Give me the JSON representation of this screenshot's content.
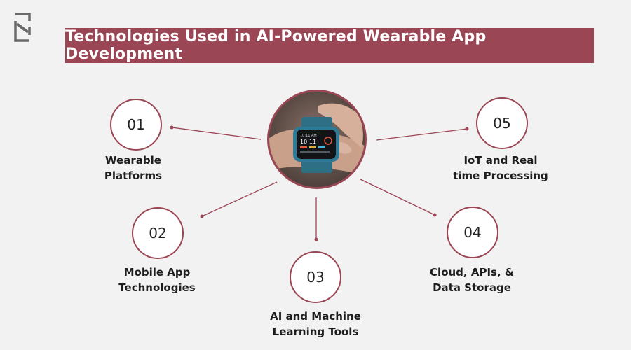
{
  "title": "Technologies Used in AI-Powered Wearable App Development",
  "brand_color": "#9b4654",
  "hub_image": {
    "subject": "smartwatch-on-wrist"
  },
  "nodes": [
    {
      "number": "01",
      "label_line1": "Wearable",
      "label_line2": "Platforms"
    },
    {
      "number": "02",
      "label_line1": "Mobile App",
      "label_line2": "Technologies"
    },
    {
      "number": "03",
      "label_line1": "AI and Machine",
      "label_line2": "Learning Tools"
    },
    {
      "number": "04",
      "label_line1": "Cloud, APIs, &",
      "label_line2": "Data Storage"
    },
    {
      "number": "05",
      "label_line1": "IoT and Real",
      "label_line2": "time Processing"
    }
  ]
}
